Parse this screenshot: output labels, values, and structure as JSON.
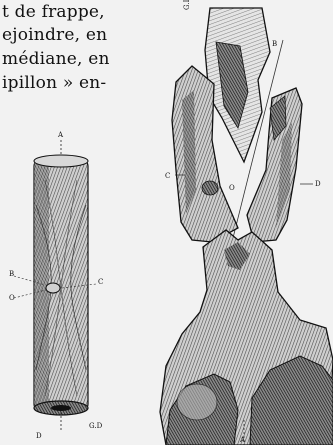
{
  "text": {
    "lines": [
      "t de frappe,",
      "ejoindre, en",
      "médiane, en",
      "ipillon » en-"
    ]
  },
  "figure_left": {
    "labels": {
      "top": "A",
      "left_upper": "B",
      "left_lower": "O",
      "right": "C",
      "bottom": "D",
      "signature": "G.D"
    }
  },
  "figure_right": {
    "labels": {
      "signature": "G.Dev",
      "top_right": "B",
      "left": "C",
      "center": "O",
      "right": "D",
      "bottom": "A"
    }
  }
}
